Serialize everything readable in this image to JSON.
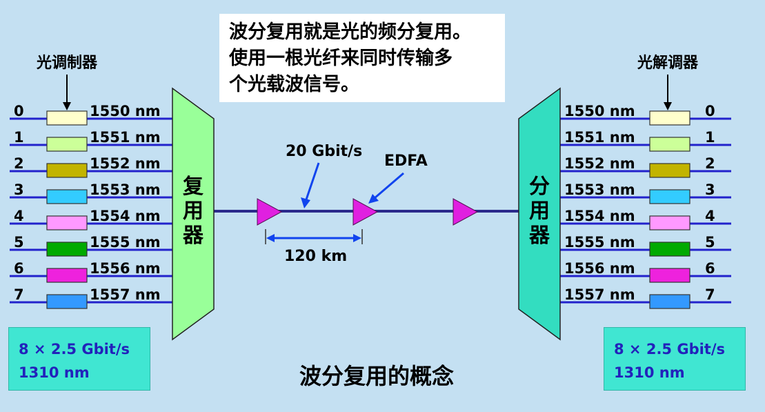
{
  "description_lines": [
    "波分复用就是光的频分复用。",
    "使用一根光纤来同时传输多",
    "个光载波信号。"
  ],
  "modulator_label": "光调制器",
  "demodulator_label": "光解调器",
  "multiplexer_label": "复用器",
  "demultiplexer_label": "分用器",
  "link": {
    "bitrate": "20 Gbit/s",
    "amplifier": "EDFA",
    "span": "120 km"
  },
  "caption": "波分复用的概念",
  "info_left": {
    "line1": "8 × 2.5 Gbit/s",
    "line2": "1310 nm"
  },
  "info_right": {
    "line1": "8 × 2.5 Gbit/s",
    "line2": "1310 nm"
  },
  "channels": [
    {
      "id": "0",
      "wavelength": "1550 nm",
      "color": "#ffffcc"
    },
    {
      "id": "1",
      "wavelength": "1551 nm",
      "color": "#ccff99"
    },
    {
      "id": "2",
      "wavelength": "1552 nm",
      "color": "#c2b400"
    },
    {
      "id": "3",
      "wavelength": "1553 nm",
      "color": "#33ccff"
    },
    {
      "id": "4",
      "wavelength": "1554 nm",
      "color": "#ff99ff"
    },
    {
      "id": "5",
      "wavelength": "1555 nm",
      "color": "#00aa00"
    },
    {
      "id": "6",
      "wavelength": "1556 nm",
      "color": "#ee22dd"
    },
    {
      "id": "7",
      "wavelength": "1557 nm",
      "color": "#3399ff"
    }
  ],
  "colors": {
    "background": "#c4e0f2",
    "fiber": "#2a2a8c",
    "channel_line": "#2222cc",
    "multiplexer": "#99ff99",
    "demultiplexer": "#33ddc0",
    "amplifier": "#e020e0",
    "arrow": "#1144ee",
    "info_box": "#40e6d2"
  }
}
